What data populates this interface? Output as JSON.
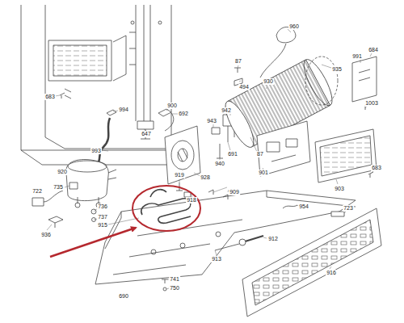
{
  "diagram": {
    "labels": [
      "683",
      "994",
      "900",
      "692",
      "647",
      "993",
      "920",
      "919",
      "918",
      "909",
      "735",
      "722",
      "736",
      "737",
      "915",
      "936",
      "960",
      "87",
      "494",
      "930",
      "935",
      "684",
      "991",
      "1003",
      "942",
      "943",
      "691",
      "87",
      "940",
      "928",
      "901",
      "903",
      "683",
      "954",
      "723",
      "912",
      "913",
      "916",
      "741",
      "750",
      "690"
    ]
  }
}
